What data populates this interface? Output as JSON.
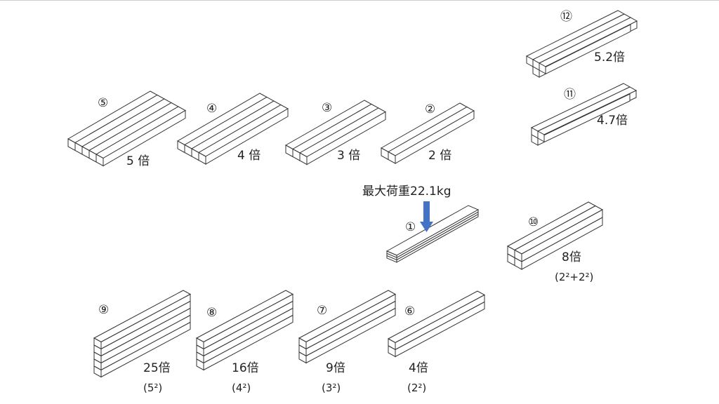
{
  "load_label": "最大荷重22.1kg",
  "arrow_color": "#4472C4",
  "beams": [
    {
      "num": "①"
    },
    {
      "num": "②",
      "ratio": "2 倍"
    },
    {
      "num": "③",
      "ratio": "3 倍"
    },
    {
      "num": "④",
      "ratio": "4 倍"
    },
    {
      "num": "⑤",
      "ratio": "5 倍"
    },
    {
      "num": "⑥",
      "ratio": "4倍",
      "formula": "(2²)"
    },
    {
      "num": "⑦",
      "ratio": "9倍",
      "formula": "(3²)"
    },
    {
      "num": "⑧",
      "ratio": "16倍",
      "formula": "(4²)"
    },
    {
      "num": "⑨",
      "ratio": "25倍",
      "formula": "(5²)"
    },
    {
      "num": "⑩",
      "ratio": "8倍",
      "formula": "(2²+2²)"
    },
    {
      "num": "⑪",
      "ratio": "4.7倍"
    },
    {
      "num": "⑫",
      "ratio": "5.2倍"
    }
  ]
}
